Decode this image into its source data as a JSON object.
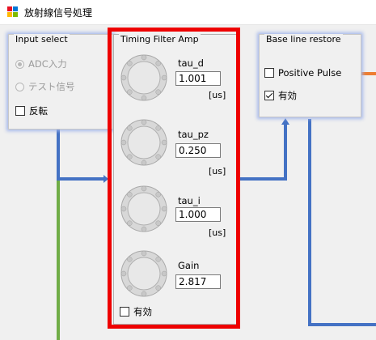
{
  "window": {
    "title": "放射線信号処理"
  },
  "input_select": {
    "title": "Input select",
    "options": [
      {
        "label": "ADC入力",
        "selected": true,
        "enabled": false
      },
      {
        "label": "テスト信号",
        "selected": false,
        "enabled": false
      }
    ],
    "invert": {
      "label": "反転",
      "checked": false
    }
  },
  "timing_filter_amp": {
    "title": "Timing Filter Amp",
    "params": [
      {
        "label": "tau_d",
        "value": "1.001",
        "unit": "[us]"
      },
      {
        "label": "tau_pz",
        "value": "0.250",
        "unit": "[us]"
      },
      {
        "label": "tau_i",
        "value": "1.000",
        "unit": "[us]"
      },
      {
        "label": "Gain",
        "value": "2.817",
        "unit": ""
      }
    ],
    "enable": {
      "label": "有効",
      "checked": false
    }
  },
  "baseline_restore": {
    "title": "Base line restore",
    "positive_pulse": {
      "label": "Positive Pulse",
      "checked": false
    },
    "enable": {
      "label": "有効",
      "checked": true
    }
  },
  "colors": {
    "highlight": "#ee0000",
    "wire_blue": "#4472c4",
    "wire_green": "#70ad47",
    "wire_orange": "#ed7d31"
  }
}
